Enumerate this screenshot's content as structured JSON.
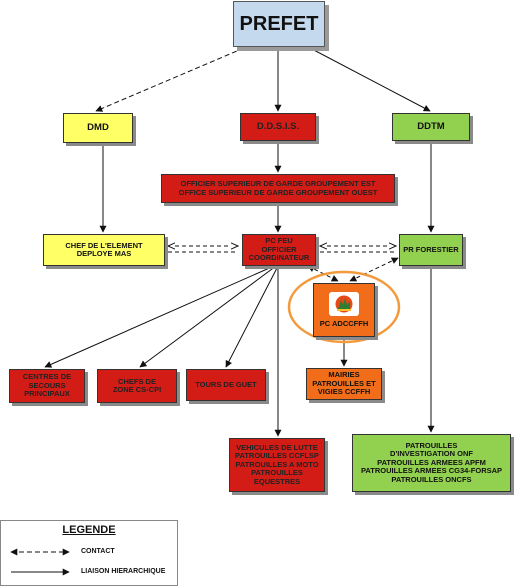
{
  "nodes": {
    "prefet": "PREFET",
    "dmd": "DMD",
    "ddsis": "D.D.S.I.S.",
    "ddtm": "DDTM",
    "officier_sup": "OFFICIER SUPERIEUR DE GARDE GROUPEMENT EST\nOFFICE SUPERIEUR DE GARDE GROUPEMENT OUEST",
    "chef_element": "CHEF DE L'ELEMENT\nDEPLOYE MAS",
    "pc_feu": "PC FEU\nOFFICIER\nCOORDINATEUR",
    "pr_forestier": "PR FORESTIER",
    "pc_adccffh": "PC ADCCFFH",
    "centres_secours": "CENTRES DE\nSECOURS\nPRINCIPAUX",
    "chefs_zone": "CHEFS DE\nZONE CS-CPI",
    "tours_guet": "TOURS DE GUET",
    "mairies": "MAIRIES\nPATROUILLES ET\nVIGIES CCFFH",
    "vehicules": "VEHICULES DE LUTTE\nPATROUILLES CCFLSP\nPATROUILLES A MOTO\nPATROUILLES\nEQUESTRES",
    "patrouilles_onf": "PATROUILLES\nD'INVESTIGATION ONF\nPATROUILLES ARMEES APFM\nPATROUILLES ARMEES CG34-FORSAP\nPATROUILLES ONCFS"
  },
  "legend": {
    "title": "LEGENDE",
    "contact": "CONTACT",
    "liaison": "LIAISON HIERARCHIQUE"
  },
  "colors": {
    "red": "#d41c17",
    "yellow": "#ffff66",
    "green": "#92d050",
    "orange": "#f26d1a",
    "blue": "#c5d9ee",
    "highlight_ring": "#f39a3c"
  }
}
